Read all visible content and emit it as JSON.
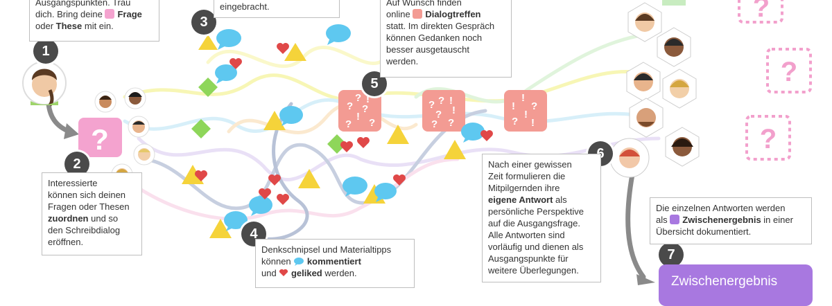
{
  "steps": [
    {
      "number": "1"
    },
    {
      "number": "2"
    },
    {
      "number": "3"
    },
    {
      "number": "4"
    },
    {
      "number": "5"
    },
    {
      "number": "6"
    },
    {
      "number": "7"
    }
  ],
  "box_top_left": {
    "line1": "Ausgangspunkten. Trau",
    "line2": "dich. Bring deine",
    "frage": "Frage",
    "line3_a": "oder",
    "these": "These",
    "line3_b": "mit ein."
  },
  "box_top_mid": {
    "text": "eingebracht."
  },
  "box_step2": {
    "line1": "Interessierte",
    "line2": "können sich deinen",
    "line3": "Fragen oder Thesen",
    "bold": "zuordnen",
    "line4_rest": "und so",
    "line5": "den Schreibdialog",
    "line6": "eröffnen."
  },
  "box_step5": {
    "line1": "Auf Wunsch finden",
    "line2_a": "online",
    "dialog": "Dialogtreffen",
    "line3": "statt. Im direkten Gespräch",
    "line4": "können Gedanken noch",
    "line5": "besser ausgetauscht",
    "line6": "werden."
  },
  "box_step4": {
    "line1": "Denkschnipsel und Materialtipps",
    "line2_a": "können",
    "kommentiert": "kommentiert",
    "line3_a": "und",
    "geliked": "geliked",
    "line3_b": "werden."
  },
  "box_step6": {
    "line1": "Nach einer gewissen",
    "line2": "Zeit formulieren die",
    "line3": "Mitpilgernden ihre",
    "bold": "eigene Antwort",
    "line4_rest": "als",
    "line5": "persönliche Perspektive",
    "line6": "auf die Ausgangsfrage.",
    "line7": "Alle Antworten sind",
    "line8": "vorläufig und dienen als",
    "line9": "Ausgangspunkte für",
    "line10": "weitere Überlegungen."
  },
  "box_step7": {
    "line1": "Die einzelnen Antworten werden",
    "line2_a": "als",
    "zwischen": "Zwischenergebnis",
    "line2_b": "in einer",
    "line3": "Übersicht dokumentiert."
  },
  "zwischenergebnis_label": "Zwischenergebnis",
  "frage_glyph": "?",
  "meeting_glyphs": {
    "q": "?",
    "e": "!"
  },
  "colors": {
    "frage_pink": "#f4a3cf",
    "dialog_salmon": "#f39b93",
    "zwischen_purple": "#a878e0",
    "badge_dark": "#4a4a4a",
    "comment_blue": "#5ec8f0",
    "heart_red": "#e04848",
    "triangle_yellow": "#f5d33a",
    "diamond_green": "#8ed65a",
    "arrow_grey": "#8a8a8a"
  }
}
